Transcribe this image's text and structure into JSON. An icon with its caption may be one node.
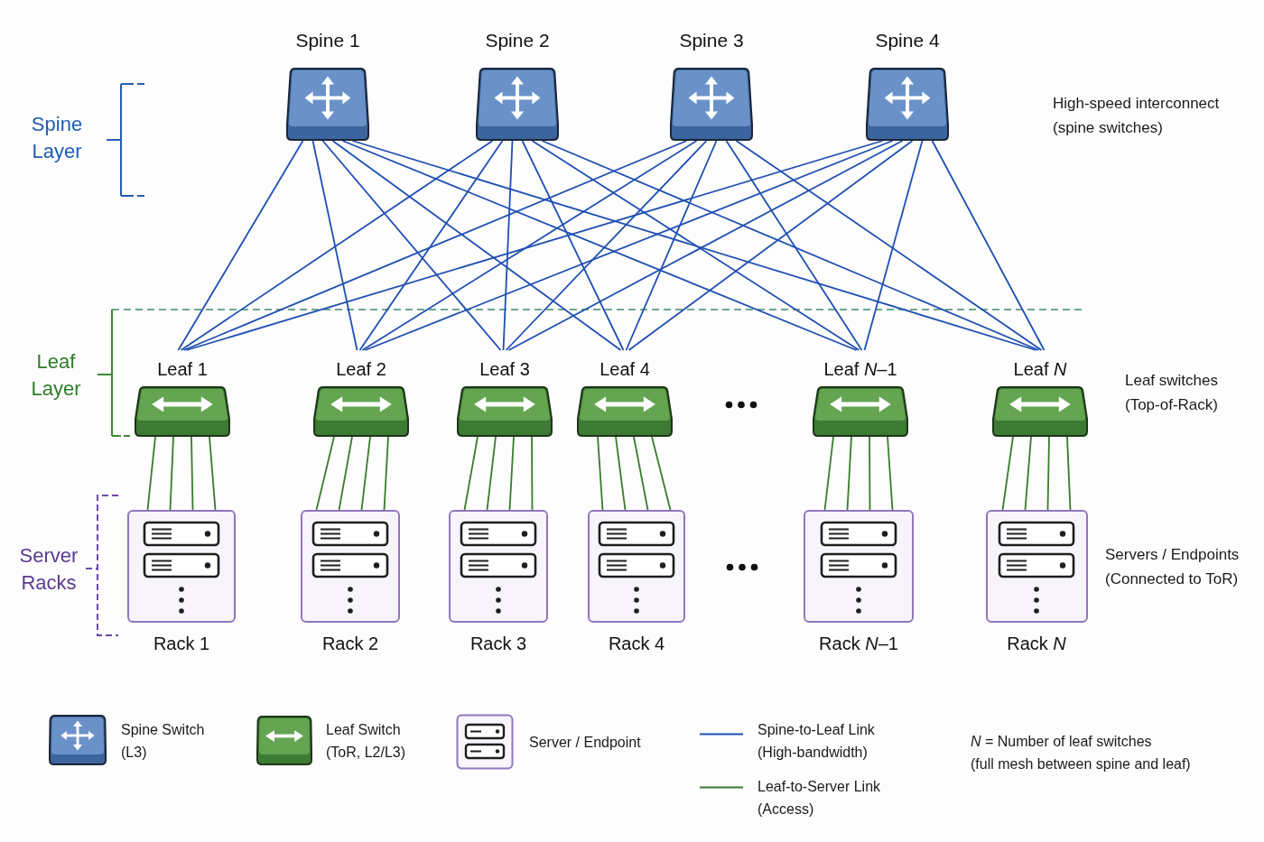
{
  "diagram": {
    "nodes": [
      {
        "text": [
          "Spine 1"
        ]
      },
      {
        "text": [
          "Spine 2"
        ]
      },
      {
        "text": [
          "Spine 3"
        ]
      },
      {
        "text": [
          "Spine 4"
        ]
      },
      {
        "text": [
          "Leaf 1"
        ]
      },
      {
        "text": [
          "Leaf 2"
        ]
      },
      {
        "text": [
          "Leaf 3"
        ]
      },
      {
        "text": [
          "Leaf 4"
        ]
      },
      {
        "text": [
          "Leaf *N*–1"
        ]
      },
      {
        "text": [
          "Leaf *N*"
        ]
      },
      {
        "text": [
          "Rack 1"
        ]
      },
      {
        "text": [
          "Rack 2"
        ]
      },
      {
        "text": [
          "Rack 3"
        ]
      },
      {
        "text": [
          "Rack 4"
        ]
      },
      {
        "text": [
          "Rack *N*–1"
        ]
      },
      {
        "text": [
          "Rack *N*"
        ]
      }
    ],
    "edges": [
      {
        "from": 0,
        "to": 4,
        "arrow": "none",
        "color": "#1f4fb3"
      },
      {
        "from": 0,
        "to": 5,
        "arrow": "none",
        "color": "#1f4fb3"
      },
      {
        "from": 0,
        "to": 6,
        "arrow": "none",
        "color": "#1f4fb3"
      },
      {
        "from": 0,
        "to": 7,
        "arrow": "none",
        "color": "#1f4fb3"
      },
      {
        "from": 0,
        "to": 8,
        "arrow": "none",
        "color": "#1f4fb3"
      },
      {
        "from": 0,
        "to": 9,
        "arrow": "none",
        "color": "#1f4fb3"
      },
      {
        "from": 1,
        "to": 4,
        "arrow": "none",
        "color": "#1f4fb3"
      },
      {
        "from": 1,
        "to": 5,
        "arrow": "none",
        "color": "#1f4fb3"
      },
      {
        "from": 1,
        "to": 6,
        "arrow": "none",
        "color": "#1f4fb3"
      },
      {
        "from": 1,
        "to": 7,
        "arrow": "none",
        "color": "#1f4fb3"
      },
      {
        "from": 1,
        "to": 8,
        "arrow": "none",
        "color": "#1f4fb3"
      },
      {
        "from": 1,
        "to": 9,
        "arrow": "none",
        "color": "#1f4fb3"
      },
      {
        "from": 2,
        "to": 4,
        "arrow": "none",
        "color": "#1f4fb3"
      },
      {
        "from": 2,
        "to": 5,
        "arrow": "none",
        "color": "#1f4fb3"
      },
      {
        "from": 2,
        "to": 6,
        "arrow": "none",
        "color": "#1f4fb3"
      },
      {
        "from": 2,
        "to": 7,
        "arrow": "none",
        "color": "#1f4fb3"
      },
      {
        "from": 2,
        "to": 8,
        "arrow": "none",
        "color": "#1f4fb3"
      },
      {
        "from": 2,
        "to": 9,
        "arrow": "none",
        "color": "#1f4fb3"
      },
      {
        "from": 3,
        "to": 4,
        "arrow": "none",
        "color": "#1f4fb3"
      },
      {
        "from": 3,
        "to": 5,
        "arrow": "none",
        "color": "#1f4fb3"
      },
      {
        "from": 3,
        "to": 6,
        "arrow": "none",
        "color": "#1f4fb3"
      },
      {
        "from": 3,
        "to": 7,
        "arrow": "none",
        "color": "#1f4fb3"
      },
      {
        "from": 3,
        "to": 8,
        "arrow": "none",
        "color": "#1f4fb3"
      },
      {
        "from": 3,
        "to": 9,
        "arrow": "none",
        "color": "#1f4fb3"
      },
      {
        "from": 4,
        "to": 10,
        "arrow": "none",
        "color": "#3b7a2c"
      },
      {
        "from": 4,
        "to": 10,
        "arrow": "none",
        "color": "#3b7a2c"
      },
      {
        "from": 4,
        "to": 10,
        "arrow": "none",
        "color": "#3b7a2c"
      },
      {
        "from": 4,
        "to": 10,
        "arrow": "none",
        "color": "#3b7a2c"
      },
      {
        "from": 5,
        "to": 11,
        "arrow": "none",
        "color": "#3b7a2c"
      },
      {
        "from": 5,
        "to": 11,
        "arrow": "none",
        "color": "#3b7a2c"
      },
      {
        "from": 5,
        "to": 11,
        "arrow": "none",
        "color": "#3b7a2c"
      },
      {
        "from": 5,
        "to": 11,
        "arrow": "none",
        "color": "#3b7a2c"
      },
      {
        "from": 6,
        "to": 12,
        "arrow": "none",
        "color": "#3b7a2c"
      },
      {
        "from": 6,
        "to": 12,
        "arrow": "none",
        "color": "#3b7a2c"
      },
      {
        "from": 6,
        "to": 12,
        "arrow": "none",
        "color": "#3b7a2c"
      },
      {
        "from": 6,
        "to": 12,
        "arrow": "none",
        "color": "#3b7a2c"
      },
      {
        "from": 7,
        "to": 13,
        "arrow": "none",
        "color": "#3b7a2c"
      },
      {
        "from": 7,
        "to": 13,
        "arrow": "none",
        "color": "#3b7a2c"
      },
      {
        "from": 7,
        "to": 13,
        "arrow": "none",
        "color": "#3b7a2c"
      },
      {
        "from": 7,
        "to": 13,
        "arrow": "none",
        "color": "#3b7a2c"
      },
      {
        "from": 8,
        "to": 14,
        "arrow": "none",
        "color": "#3b7a2c"
      },
      {
        "from": 8,
        "to": 14,
        "arrow": "none",
        "color": "#3b7a2c"
      },
      {
        "from": 8,
        "to": 14,
        "arrow": "none",
        "color": "#3b7a2c"
      },
      {
        "from": 8,
        "to": 14,
        "arrow": "none",
        "color": "#3b7a2c"
      },
      {
        "from": 9,
        "to": 15,
        "arrow": "none",
        "color": "#3b7a2c"
      },
      {
        "from": 9,
        "to": 15,
        "arrow": "none",
        "color": "#3b7a2c"
      },
      {
        "from": 9,
        "to": 15,
        "arrow": "none",
        "color": "#3b7a2c"
      },
      {
        "from": 9,
        "to": 15,
        "arrow": "none",
        "color": "#3b7a2c"
      }
    ],
    "labels": [
      "Spine Layer",
      "High-speed interconnect (spine switches)",
      "Leaf Layer",
      "Leaf switches (Top-of-Rack)",
      "Server Racks",
      "Servers / Endpoints (Connected to ToR)",
      "*N* = Number of leaf switches",
      "(full mesh between spine and leaf)"
    ],
    "legend": [
      {
        "text": "Spine Switch (L3)"
      },
      {
        "text": "Leaf Switch (ToR, L2/L3)"
      },
      {
        "text": "Server / Endpoint"
      },
      {
        "text": "Spine-to-Leaf Link (High-bandwidth)"
      },
      {
        "text": "Leaf-to-Server Link (Access)"
      }
    ]
  }
}
